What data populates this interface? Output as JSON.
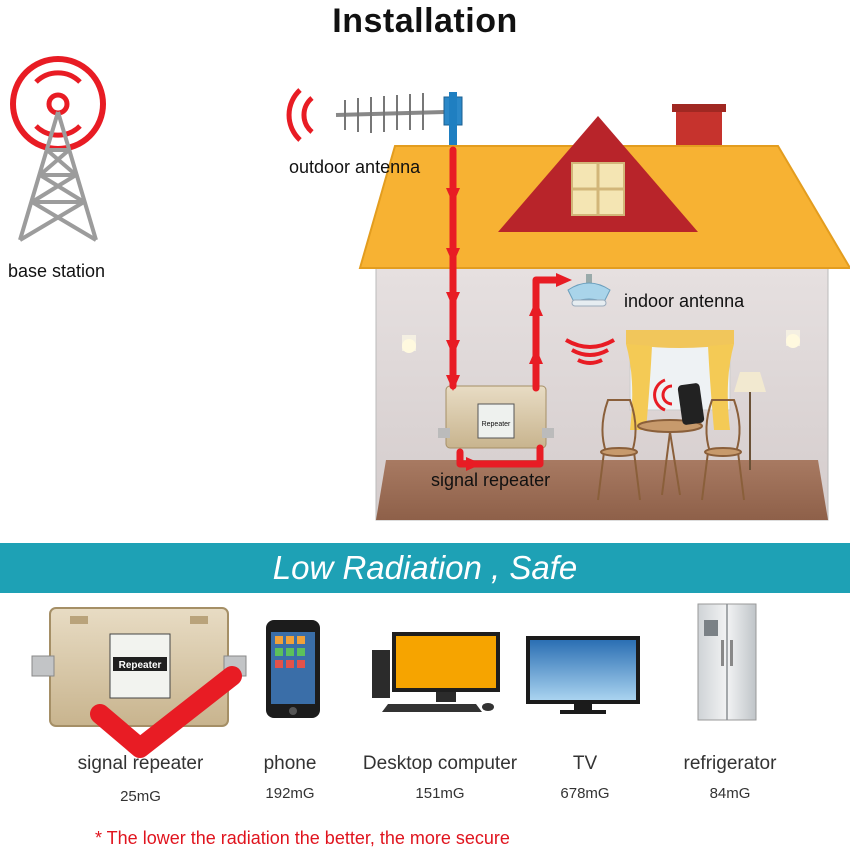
{
  "title": "Installation",
  "diagram": {
    "base_station_label": "base station",
    "outdoor_antenna_label": "outdoor antenna",
    "indoor_antenna_label": "indoor antenna",
    "signal_repeater_label": "signal repeater",
    "repeater_screen_text": "Repeater"
  },
  "banner": "Low Radiation , Safe",
  "devices": [
    {
      "name": "signal repeater",
      "value": "25mG"
    },
    {
      "name": "phone",
      "value": "192mG"
    },
    {
      "name": "Desktop computer",
      "value": "151mG"
    },
    {
      "name": "TV",
      "value": "678mG"
    },
    {
      "name": "refrigerator",
      "value": "84mG"
    }
  ],
  "footnote": "* The lower the radiation the better, the more secure",
  "colors": {
    "signal_red": "#e81c24",
    "roof": "#f7b233",
    "gable": "#b8242a",
    "banner": "#1ea1b5"
  }
}
